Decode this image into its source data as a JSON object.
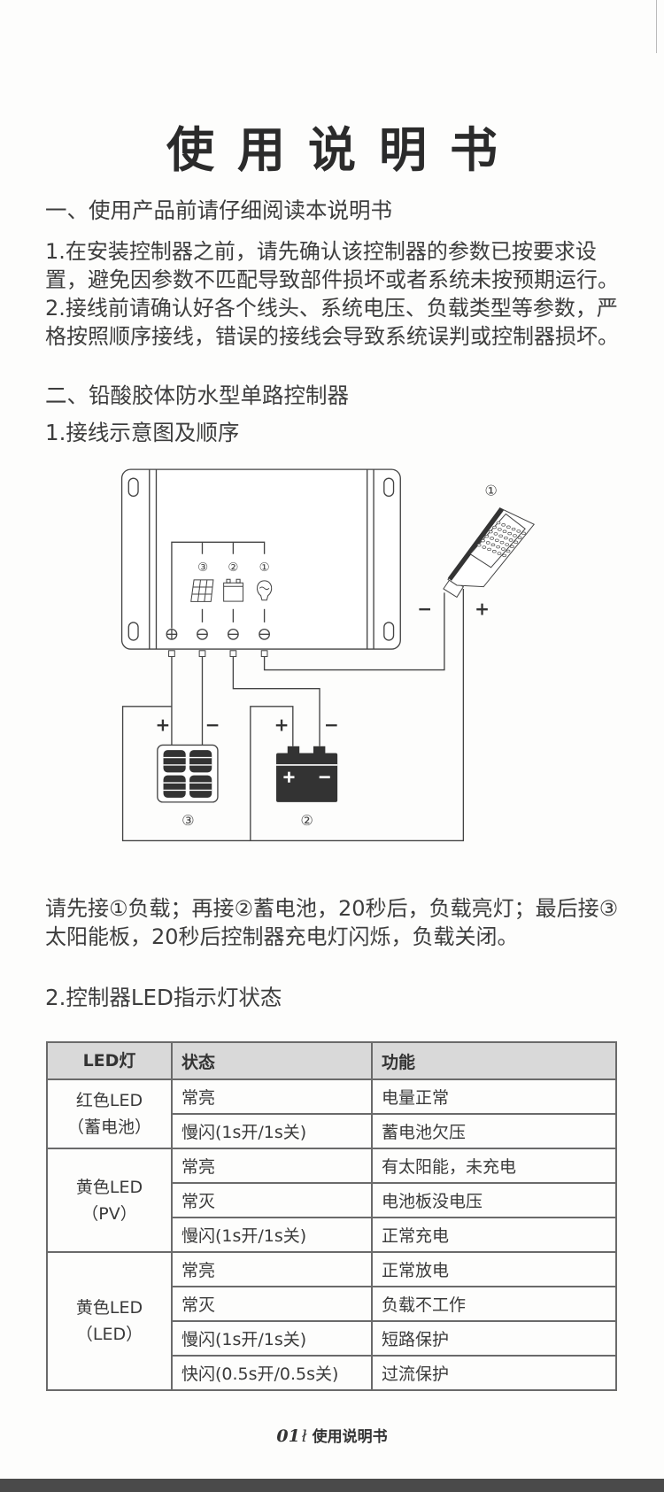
{
  "title": "使用说明书",
  "section1": {
    "heading": "一、使用产品前请仔细阅读本说明书",
    "lines": [
      "1.在安装控制器之前，请先确认该控制器的参数已按要求设",
      "置，避免因参数不匹配导致部件损坏或者系统未按预期运行。",
      "2.接线前请确认好各个线头、系统电压、负载类型等参数，严",
      "格按照顺序接线，错误的接线会导致系统误判或控制器损坏。"
    ]
  },
  "section2": {
    "heading": "二、铅酸胶体防水型单路控制器",
    "sub1": "1.接线示意图及顺序",
    "diagram": {
      "label_load": "①",
      "label_battery": "②",
      "label_solar": "③",
      "plus": "+",
      "minus": "−"
    },
    "instructions": [
      "请先接①负载；再接②蓄电池，20秒后，负载亮灯；最后接③",
      "太阳能板，20秒后控制器充电灯闪烁，负载关闭。"
    ],
    "sub2": "2.控制器LED指示灯状态"
  },
  "table": {
    "headers": [
      "LED灯",
      "状态",
      "功能"
    ],
    "groups": [
      {
        "led": [
          "红色LED",
          "（蓄电池）"
        ],
        "rows": [
          [
            "常亮",
            "电量正常"
          ],
          [
            "慢闪(1s开/1s关)",
            "蓄电池欠压"
          ]
        ]
      },
      {
        "led": [
          "黄色LED",
          "（PV）"
        ],
        "rows": [
          [
            "常亮",
            "有太阳能，未充电"
          ],
          [
            "常灭",
            "电池板没电压"
          ],
          [
            "慢闪(1s开/1s关)",
            "正常充电"
          ]
        ]
      },
      {
        "led": [
          "黄色LED",
          "（LED）"
        ],
        "rows": [
          [
            "常亮",
            "正常放电"
          ],
          [
            "常灭",
            "负载不工作"
          ],
          [
            "慢闪(1s开/1s关)",
            "短路保护"
          ],
          [
            "快闪(0.5s开/0.5s关)",
            "过流保护"
          ]
        ]
      }
    ]
  },
  "footer": {
    "page": "01",
    "text": "使用说明书"
  }
}
